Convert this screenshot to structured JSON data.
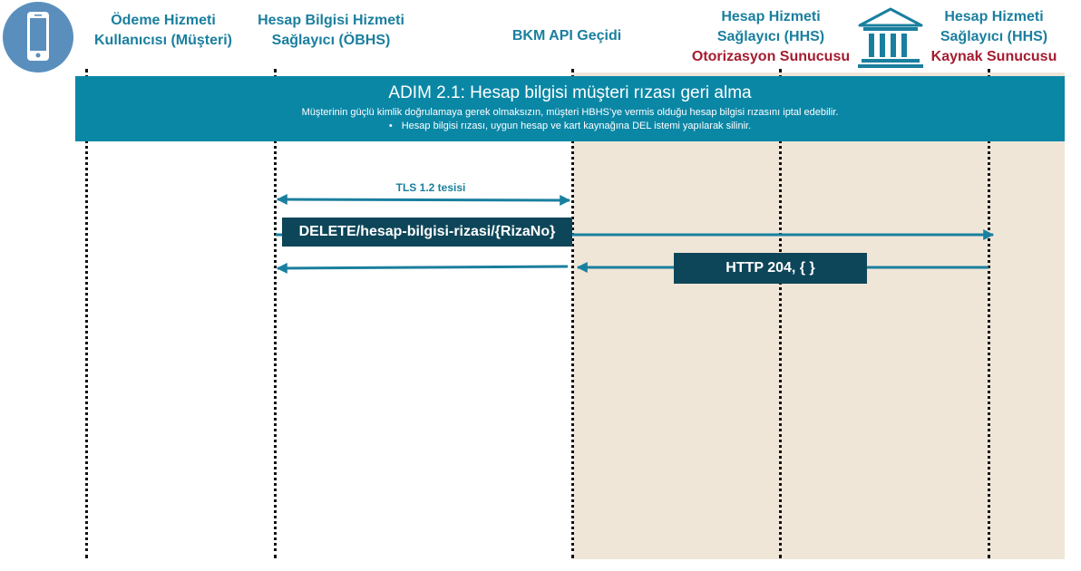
{
  "actors": [
    {
      "line1": "Ödeme Hizmeti",
      "line2": "Kullanıcısı (Müşteri)",
      "role": ""
    },
    {
      "line1": "Hesap Bilgisi Hizmeti",
      "line2": "Sağlayıcı (ÖBHS)",
      "role": ""
    },
    {
      "line1": "BKM API Geçidi",
      "line2": "",
      "role": ""
    },
    {
      "line1": "Hesap Hizmeti",
      "line2": "Sağlayıcı (HHS)",
      "role": "Otorizasyon Sunucusu"
    },
    {
      "line1": "Hesap Hizmeti",
      "line2": "Sağlayıcı (HHS)",
      "role": "Kaynak Sunucusu"
    }
  ],
  "icons": {
    "customer": "smartphone-icon",
    "bank": "bank-building-icon"
  },
  "step": {
    "title": "ADIM 2.1: Hesap bilgisi müşteri rızası geri alma",
    "description": "Müşterinin güçlü kimlik doğrulamaya gerek olmaksızın,  müşteri HBHS’ye vermis olduğu hesap bilgisi rızasını iptal edebilir.",
    "bullet": "Hesap bilgisi rızası, uygun hesap ve kart kaynağına DEL istemi yapılarak silinir."
  },
  "messages": {
    "tls": "TLS 1.2 tesisi",
    "request": "DELETE/hesap-bilgisi-rizasi/{RizaNo}",
    "response": "HTTP 204, { }"
  },
  "colors": {
    "accent": "#1a7f9e",
    "banner": "#0b87a6",
    "message_box": "#0e4659",
    "role_text": "#a51c30",
    "bank_zone": "#efe6d8"
  }
}
